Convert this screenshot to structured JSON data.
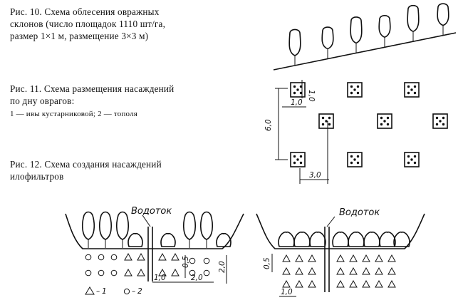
{
  "captions": {
    "fig10": {
      "line1": "Рис.  10.  Схема  облесения  овражных",
      "line2": "склонов  (число  площадок  1110  шт/га,",
      "line3": "размер  1×1  м,  размещение  3×3  м)"
    },
    "fig11": {
      "line1": "Рис.  11.  Схема  размещения  насаждений",
      "line2": "по дну оврагов:",
      "line3": "1 — ивы кустарниковой;  2 — тополя"
    },
    "fig12": {
      "line1": "Рис.  12.  Схема  создания  насаждений",
      "line2": "илофильтров"
    }
  },
  "diagram_fig10_11": {
    "dim_square_w": "1,0",
    "dim_square_h": "1,0",
    "dim_vertical": "6,0",
    "dim_horizontal": "3,0"
  },
  "diagram_fig12": {
    "left_label": "Водоток",
    "right_label": "Водоток",
    "left_dim_05": "0,5",
    "left_dim_20v": "2,0",
    "left_dim_10": "1,0",
    "left_dim_20h": "2,0",
    "right_dim_05": "0,5",
    "right_dim_10": "1,0",
    "legend_1": "1",
    "legend_2": "2"
  }
}
